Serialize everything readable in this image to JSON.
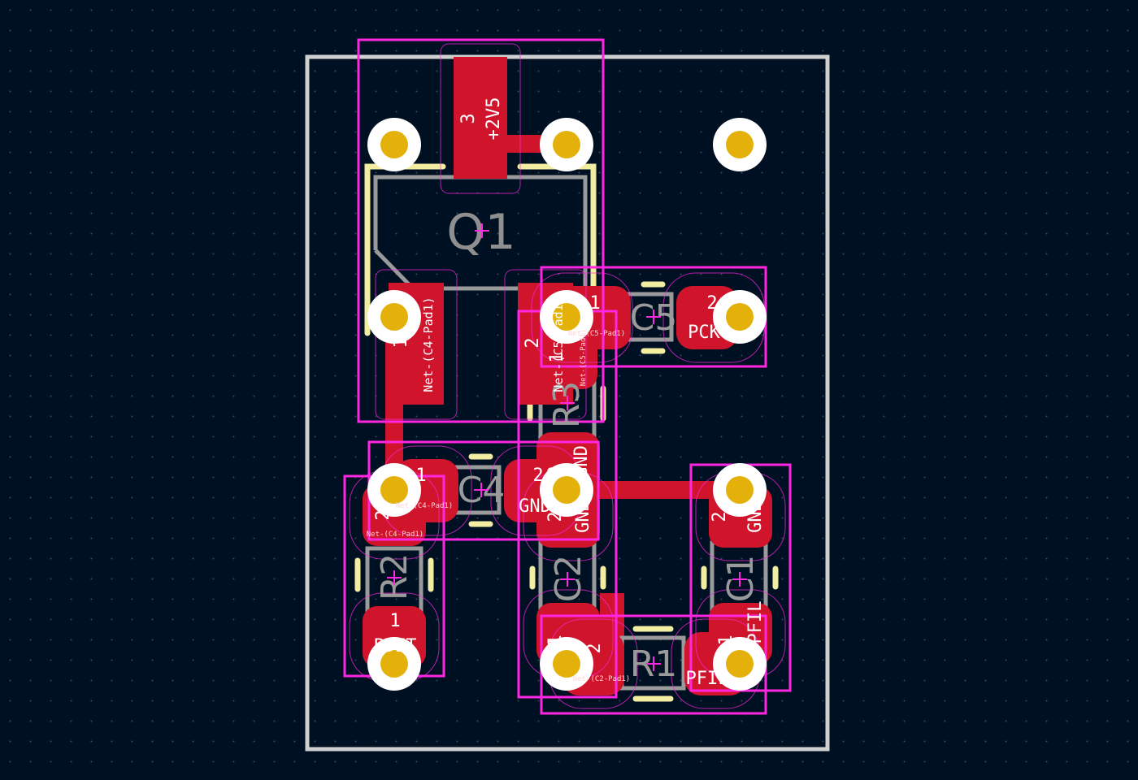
{
  "colors": {
    "background": "#001023",
    "grid_dot": "#3a4a5a",
    "board_edge": "#d0d0d0",
    "copper": "#d0142c",
    "silkscreen": "#f2eda1",
    "courtyard": "#ff26e2",
    "fab_outline": "#9a9a9a",
    "drill": "#e3b10a",
    "via_ring": "#ffffff"
  },
  "components": {
    "q1": {
      "ref": "Q1",
      "pad3_num": "3",
      "pad3_net": "+2V5",
      "pad1_num": "1",
      "pad1_net": "Net-(C4-Pad1)",
      "pad2_num": "2",
      "pad2_net": "Net-(C5-Pad1)"
    },
    "c5": {
      "ref": "C5",
      "pad1_num": "1",
      "pad1_net": "Net-(C5-Pad1)",
      "pad2_num": "2",
      "pad2_net": "PCK"
    },
    "r3": {
      "ref": "R3",
      "pad1_num": "1",
      "pad1_net": "Net-(C5-Pad1)",
      "pad2_num": "2",
      "pad2_net": "GND"
    },
    "c4": {
      "ref": "C4",
      "pad1_num": "1",
      "pad1_net": "Net-(C4-Pad1)",
      "pad2_num": "2",
      "pad2_net": "GND"
    },
    "r2": {
      "ref": "R2",
      "pad1_num": "1",
      "pad1_net": "PDET",
      "pad2_num": "2",
      "pad2_net": "Net-(C4-Pad1)"
    },
    "c2": {
      "ref": "C2",
      "pad1_num": "1",
      "pad1_net": "Net-(C2-Pad1)",
      "pad2_num": "2",
      "pad2_net": "GND"
    },
    "c1": {
      "ref": "C1",
      "pad1_num": "1",
      "pad1_net": "PFIL",
      "pad2_num": "2",
      "pad2_net": "GND"
    },
    "r1": {
      "ref": "R1",
      "pad1_num": "1",
      "pad1_net": "Net-(C2-Pad1)",
      "pad2_num": "2",
      "pad2_net": "PFIL"
    }
  }
}
